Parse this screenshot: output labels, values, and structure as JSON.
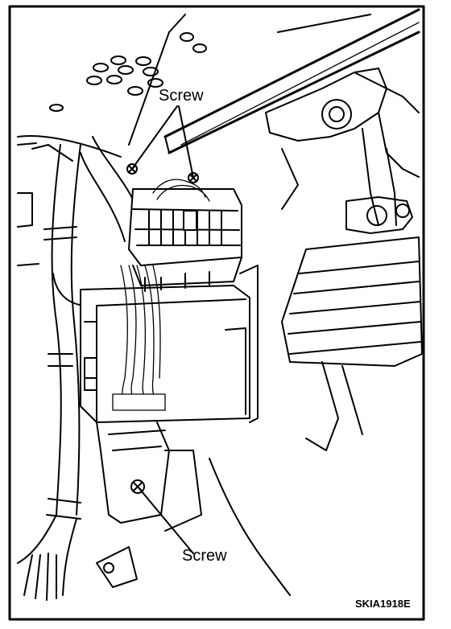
{
  "labels": {
    "screw_top": "Screw",
    "screw_bottom": "Screw",
    "figure_code": "SKIA1918E"
  },
  "colors": {
    "ink": "#000000",
    "paper": "#ffffff"
  }
}
